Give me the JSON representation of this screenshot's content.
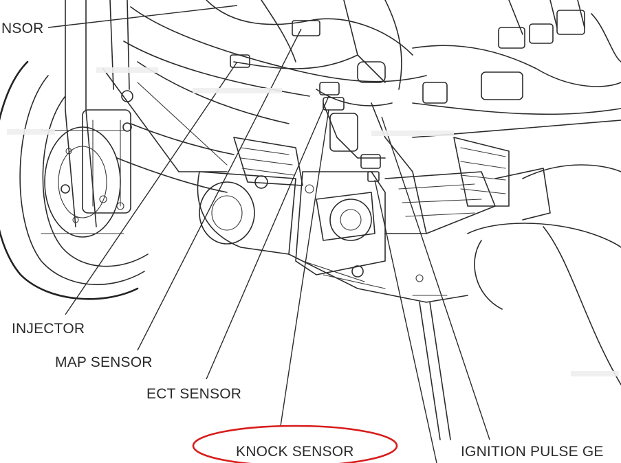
{
  "labels": {
    "sensor_top": "NSOR",
    "injector": "INJECTOR",
    "map_sensor": "MAP SENSOR",
    "ect_sensor": "ECT SENSOR",
    "knock_sensor": "KNOCK SENSOR",
    "ignition_pulse": "IGNITION PULSE GE"
  },
  "highlight": {
    "target": "KNOCK SENSOR",
    "color": "#d81c1c"
  },
  "colors": {
    "ink": "#2b2b2b",
    "paper": "#ffffff"
  }
}
